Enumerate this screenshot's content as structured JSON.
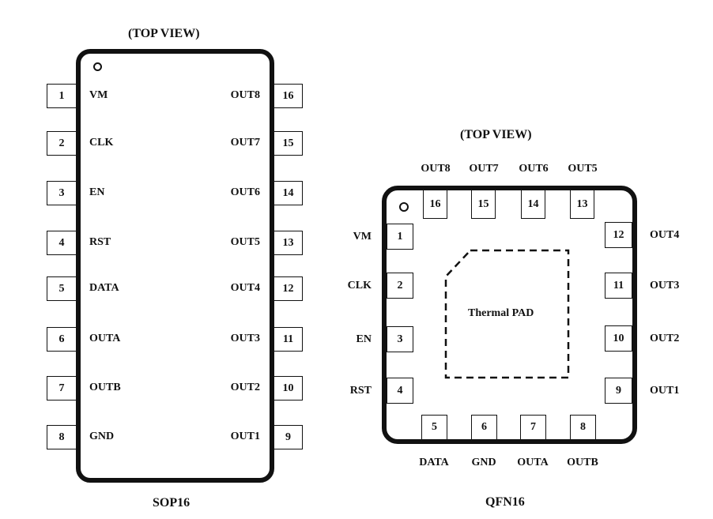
{
  "sop16": {
    "title": "(TOP VIEW)",
    "name": "SOP16",
    "left_pins": [
      {
        "num": "1",
        "label": "VM"
      },
      {
        "num": "2",
        "label": "CLK"
      },
      {
        "num": "3",
        "label": "EN"
      },
      {
        "num": "4",
        "label": "RST"
      },
      {
        "num": "5",
        "label": "DATA"
      },
      {
        "num": "6",
        "label": "OUTA"
      },
      {
        "num": "7",
        "label": "OUTB"
      },
      {
        "num": "8",
        "label": "GND"
      }
    ],
    "right_pins": [
      {
        "num": "16",
        "label": "OUT8"
      },
      {
        "num": "15",
        "label": "OUT7"
      },
      {
        "num": "14",
        "label": "OUT6"
      },
      {
        "num": "13",
        "label": "OUT5"
      },
      {
        "num": "12",
        "label": "OUT4"
      },
      {
        "num": "11",
        "label": "OUT3"
      },
      {
        "num": "10",
        "label": "OUT2"
      },
      {
        "num": "9",
        "label": "OUT1"
      }
    ]
  },
  "qfn16": {
    "title": "(TOP VIEW)",
    "name": "QFN16",
    "pad_label": "Thermal PAD",
    "top_pins": [
      {
        "num": "16",
        "label": "OUT8"
      },
      {
        "num": "15",
        "label": "OUT7"
      },
      {
        "num": "14",
        "label": "OUT6"
      },
      {
        "num": "13",
        "label": "OUT5"
      }
    ],
    "left_pins": [
      {
        "num": "1",
        "label": "VM"
      },
      {
        "num": "2",
        "label": "CLK"
      },
      {
        "num": "3",
        "label": "EN"
      },
      {
        "num": "4",
        "label": "RST"
      }
    ],
    "right_pins": [
      {
        "num": "12",
        "label": "OUT4"
      },
      {
        "num": "11",
        "label": "OUT3"
      },
      {
        "num": "10",
        "label": "OUT2"
      },
      {
        "num": "9",
        "label": "OUT1"
      }
    ],
    "bottom_pins": [
      {
        "num": "5",
        "label": "DATA"
      },
      {
        "num": "6",
        "label": "GND"
      },
      {
        "num": "7",
        "label": "OUTA"
      },
      {
        "num": "8",
        "label": "OUTB"
      }
    ]
  }
}
